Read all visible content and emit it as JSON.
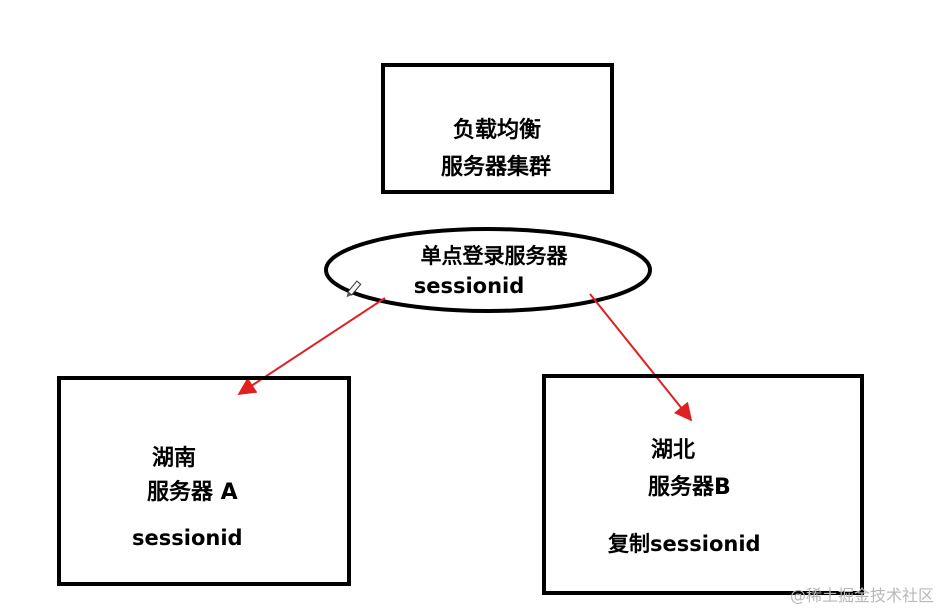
{
  "load_balancer": {
    "line1": "负载均衡",
    "line2": "服务器集群"
  },
  "sso_server": {
    "title": "单点登录服务器",
    "session": "sessionid"
  },
  "server_a": {
    "region": "湖南",
    "name": "服务器 A",
    "session": "sessionid"
  },
  "server_b": {
    "region": "湖北",
    "name": "服务器B",
    "session": "复制sessionid"
  },
  "watermark": "@稀土掘金技术社区",
  "colors": {
    "arrow": "#e02020",
    "stroke": "#000000"
  }
}
